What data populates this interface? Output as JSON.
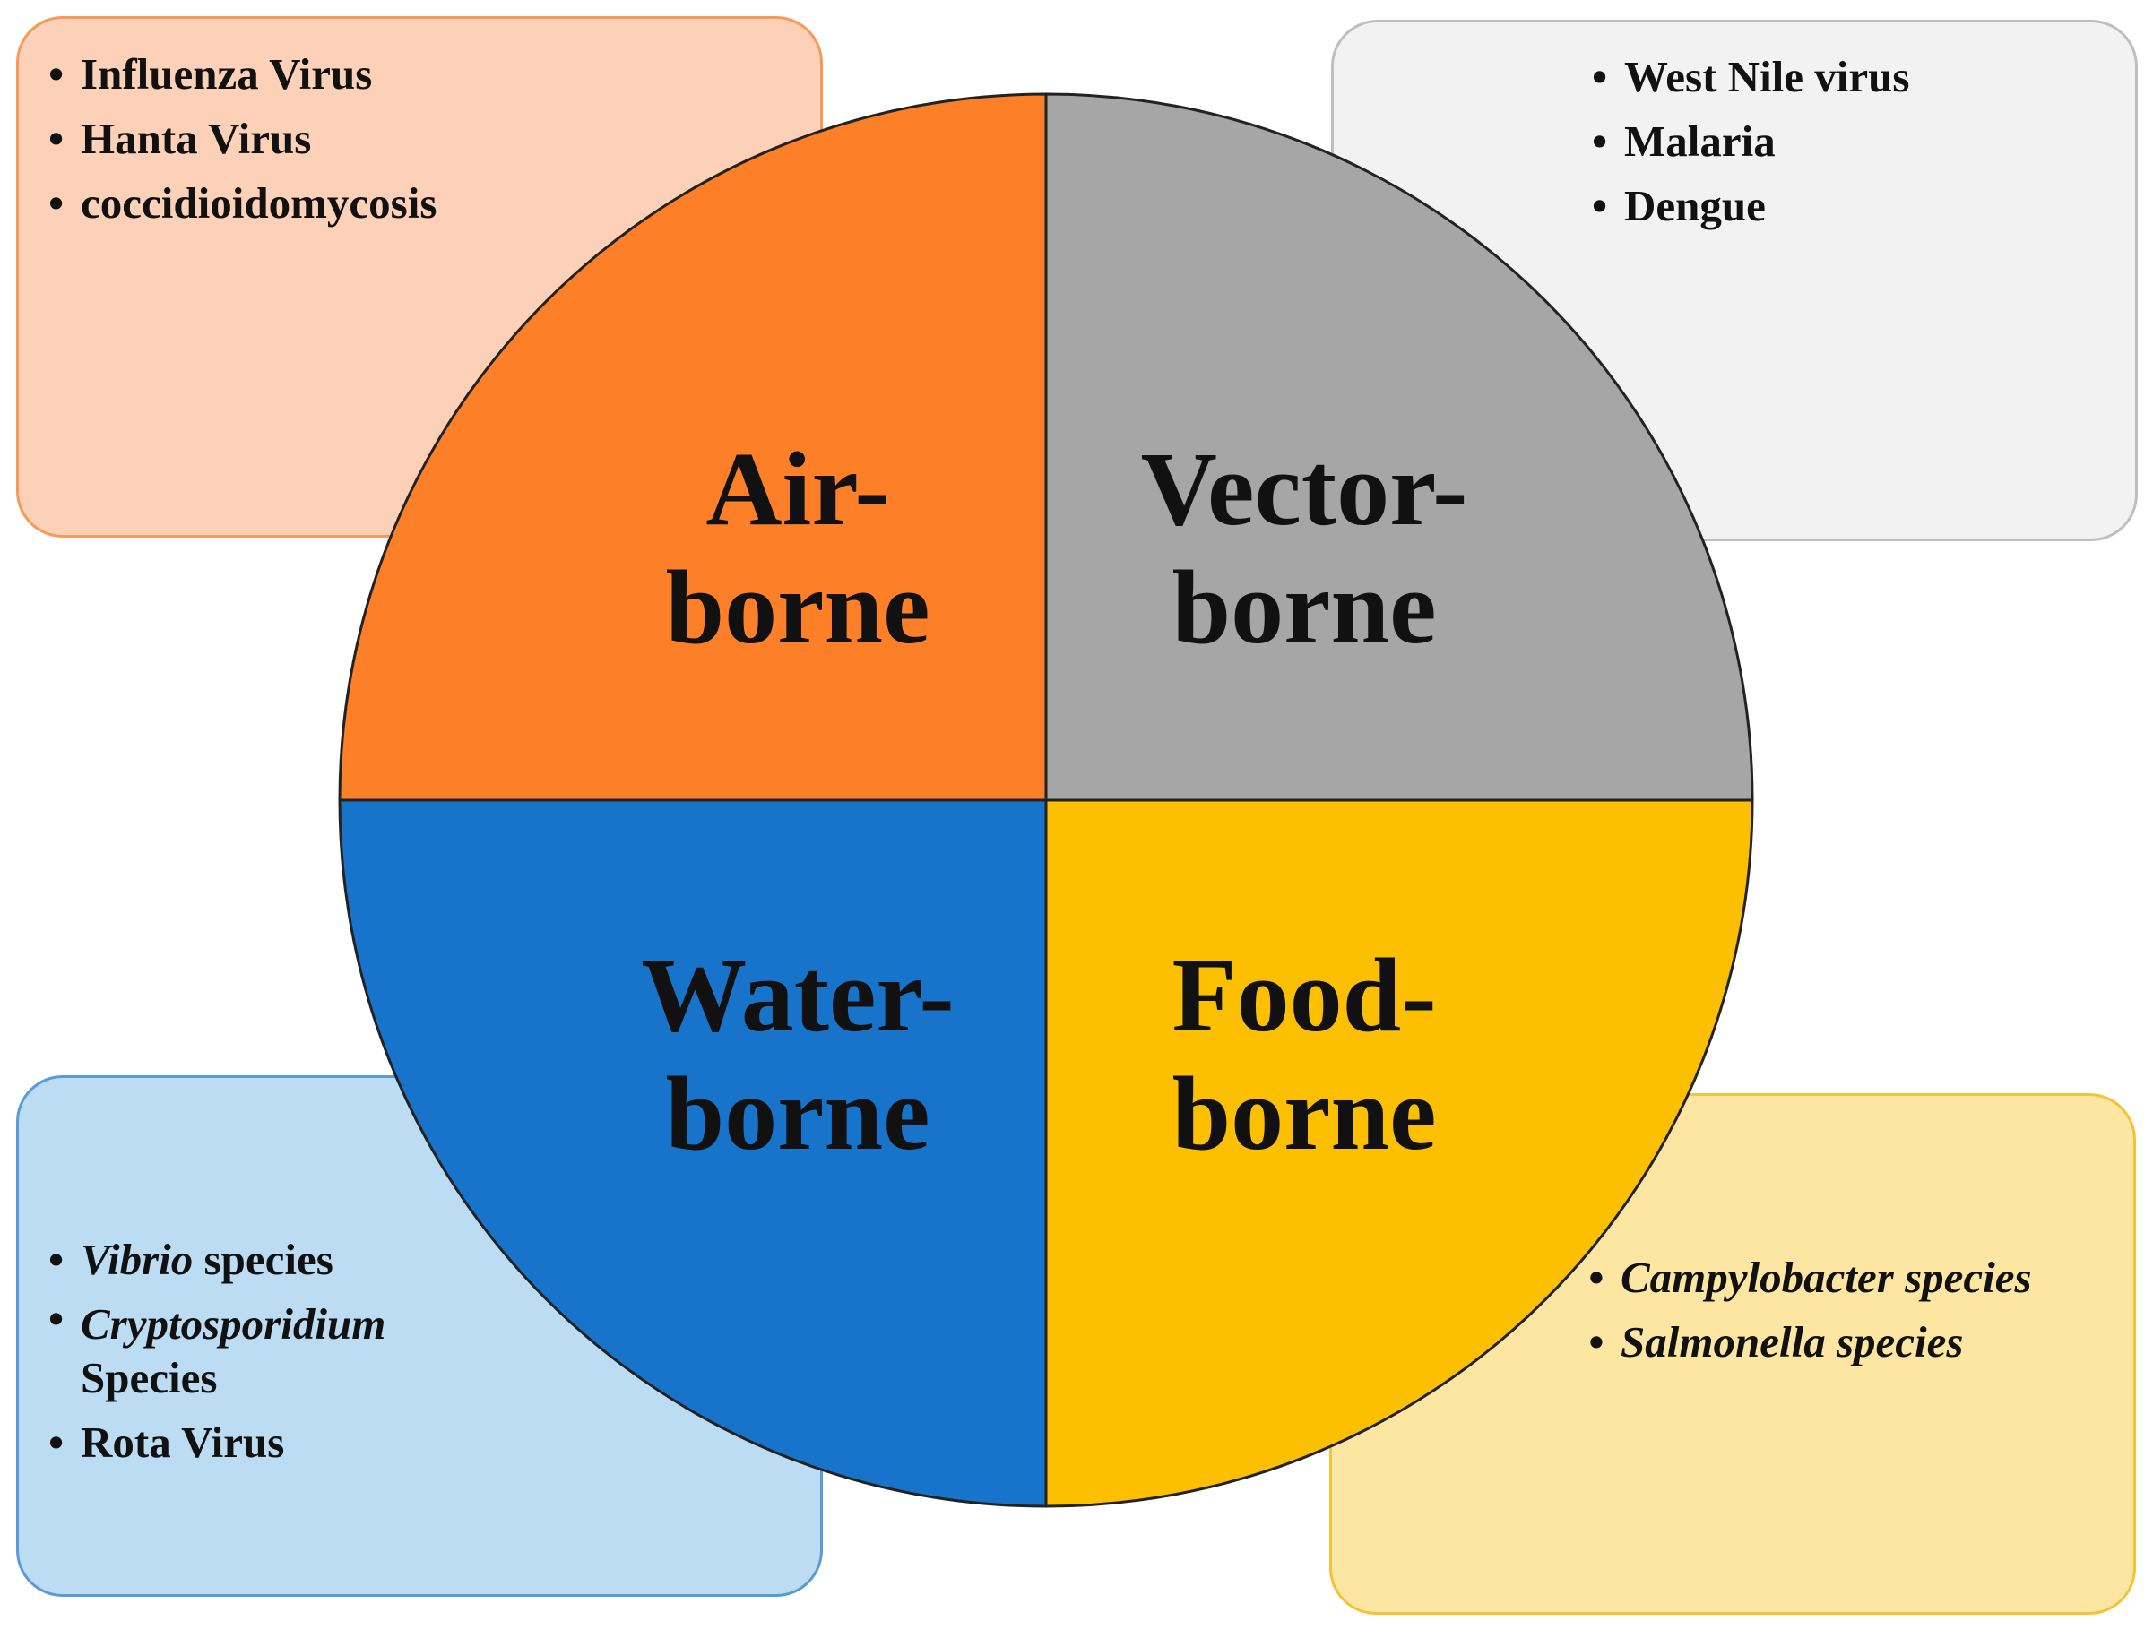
{
  "colors": {
    "air": "#fd7f28",
    "vector": "#a6a6a6",
    "water": "#1874cb",
    "food": "#fdc000",
    "air_box_fill": "#fdd1b7",
    "air_box_border": "#f59a5a",
    "vector_box_fill": "#f2f2f2",
    "vector_box_border": "#bfbfbf",
    "water_box_fill": "#bcdcf3",
    "water_box_border": "#5b9bd5",
    "food_box_fill": "#fde6a2",
    "food_box_border": "#f5c33a"
  },
  "quadrants": {
    "air": {
      "line1": "Air-",
      "line2": "borne"
    },
    "vector": {
      "line1": "Vector-",
      "line2": "borne"
    },
    "water": {
      "line1": "Water-",
      "line2": "borne"
    },
    "food": {
      "line1": "Food-",
      "line2": "borne"
    }
  },
  "boxes": {
    "air": {
      "items": [
        "Influenza Virus",
        "Hanta Virus",
        "coccidioidomycosis"
      ]
    },
    "vector": {
      "items": [
        "West Nile virus",
        "Malaria",
        "Dengue"
      ]
    },
    "water": {
      "item1_italic": "Vibrio",
      "item1_rest": " species",
      "item2_italic": "Cryptosporidium",
      "item2_rest": "Species",
      "item3": "Rota Virus"
    },
    "food": {
      "items": [
        "Campylobacter species",
        "Salmonella species"
      ]
    }
  }
}
